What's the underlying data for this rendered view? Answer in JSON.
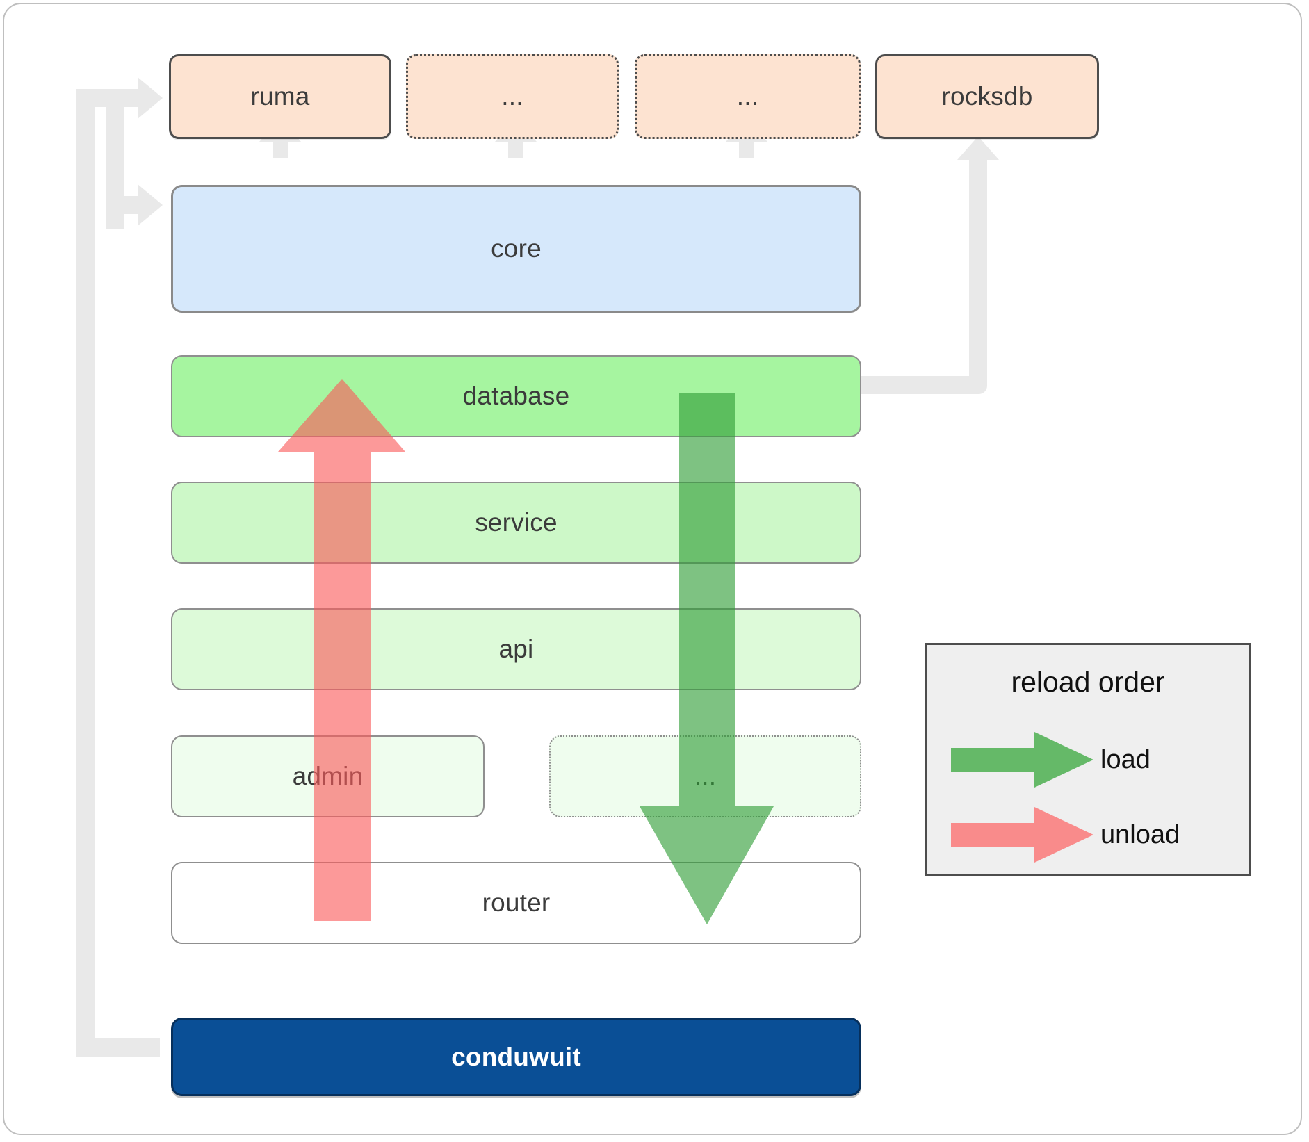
{
  "diagram": {
    "title": "conduwuit module / reload order architecture",
    "dependencies": [
      {
        "id": "ruma",
        "label": "ruma",
        "style": "solid"
      },
      {
        "id": "dep-more-1",
        "label": "...",
        "style": "dotted"
      },
      {
        "id": "dep-more-2",
        "label": "...",
        "style": "dotted"
      },
      {
        "id": "rocksdb",
        "label": "rocksdb",
        "style": "solid"
      }
    ],
    "core": {
      "id": "core",
      "label": "core"
    },
    "layers": [
      {
        "id": "database",
        "label": "database",
        "style": "solid"
      },
      {
        "id": "service",
        "label": "service",
        "style": "solid"
      },
      {
        "id": "api",
        "label": "api",
        "style": "solid"
      },
      {
        "id": "admin",
        "label": "admin",
        "style": "solid"
      },
      {
        "id": "layer-more",
        "label": "...",
        "style": "dotted"
      },
      {
        "id": "router",
        "label": "router",
        "style": "solid"
      }
    ],
    "app": {
      "id": "conduwuit",
      "label": "conduwuit"
    },
    "legend": {
      "title": "reload order",
      "entries": [
        {
          "id": "load",
          "label": "load",
          "color": "#4caf50"
        },
        {
          "id": "unload",
          "label": "unload",
          "color": "#fa8080"
        }
      ]
    },
    "flows": [
      {
        "id": "unload-flow",
        "label": "unload",
        "direction": "up",
        "color": "#fa8080"
      },
      {
        "id": "load-flow",
        "label": "load",
        "direction": "down",
        "color": "#4caf50"
      }
    ],
    "colors": {
      "dependency_fill": "#fde3d1",
      "core_fill": "#d6e8fb",
      "database_fill": "#a6f5a0",
      "service_fill": "#cdf8c8",
      "api_fill": "#ddfad9",
      "admin_fill": "#effdee",
      "router_fill": "#ffffff",
      "app_fill": "#0a4f96",
      "connector": "#e9e9e9",
      "load": "#4caf50",
      "unload": "#fa8080",
      "legend_bg": "#efefef"
    }
  }
}
